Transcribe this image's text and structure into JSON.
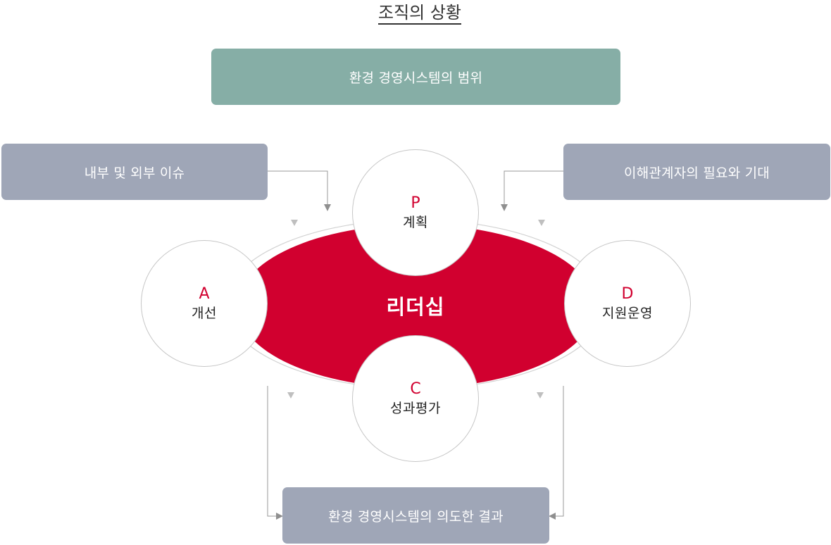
{
  "title": "조직의 상황",
  "boxes": {
    "scope": "환경 경영시스템의 범위",
    "internal_external_issues": "내부 및 외부 이슈",
    "stakeholder_needs": "이해관계자의 필요와 기대",
    "intended_results": "환경 경영시스템의 의도한 결과"
  },
  "center": {
    "label": "리더십"
  },
  "cycle": {
    "plan": {
      "letter": "P",
      "name": "계획"
    },
    "do": {
      "letter": "D",
      "name": "지원운영"
    },
    "check": {
      "letter": "C",
      "name": "성과평가"
    },
    "act": {
      "letter": "A",
      "name": "개선"
    }
  },
  "colors": {
    "accent_red": "#d1002f",
    "scope_box": "#86aea6",
    "input_output_box": "#9fa6b7",
    "connector": "#a8a8a8",
    "circle_border": "#c6c6c6"
  }
}
